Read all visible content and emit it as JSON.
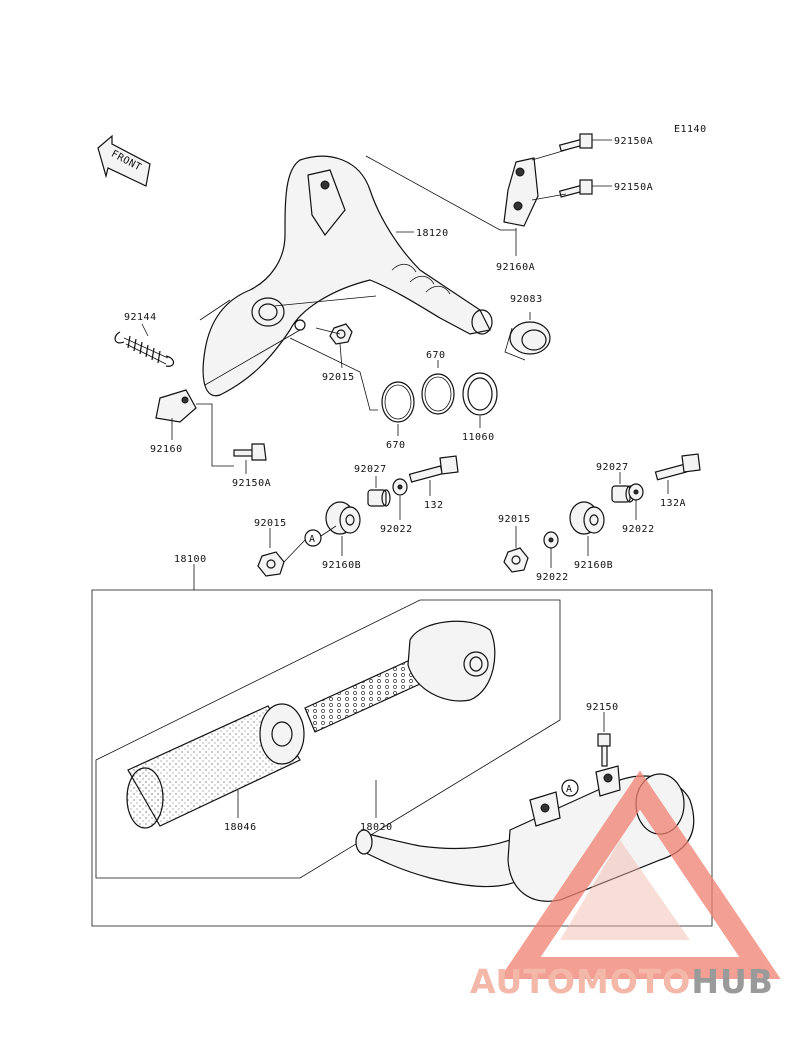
{
  "diagram": {
    "code": "E1140",
    "front_label": "FRONT",
    "reference_marker": "A",
    "parts": {
      "p92150A_1": "92150A",
      "p92150A_2": "92150A",
      "p92150A_3": "92150A",
      "p92160A": "92160A",
      "p18120": "18120",
      "p92083": "92083",
      "p92144": "92144",
      "p92015_1": "92015",
      "p92015_2": "92015",
      "p92015_3": "92015",
      "p670_1": "670",
      "p670_2": "670",
      "p11060": "11060",
      "p92160": "92160",
      "p92027_1": "92027",
      "p92027_2": "92027",
      "p132": "132",
      "p132A": "132A",
      "p92022_1": "92022",
      "p92022_2": "92022",
      "p92022_3": "92022",
      "p92160B_1": "92160B",
      "p92160B_2": "92160B",
      "p18100": "18100",
      "p92150": "92150",
      "p18046": "18046",
      "p18020": "18020"
    }
  },
  "watermark": {
    "text_part1": "AUTOMOTO",
    "text_part2": "HUB",
    "color_primary": "#f4b8a8",
    "color_secondary": "#9a9a9a"
  }
}
